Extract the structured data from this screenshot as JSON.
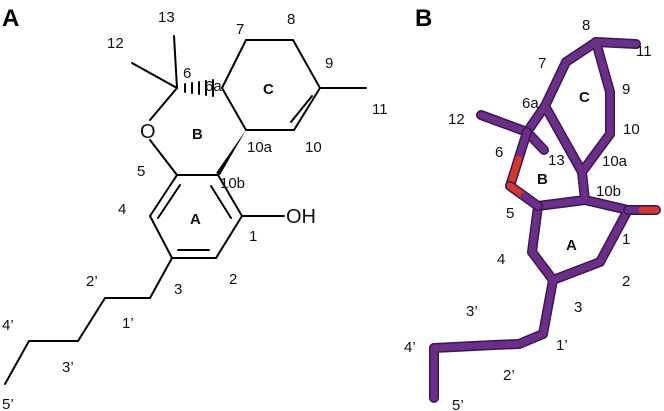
{
  "panels": {
    "a": "A",
    "b": "B"
  },
  "structure_a": {
    "atoms": {
      "oxygen_ring": "O",
      "hydroxyl": "OH"
    },
    "rings": {
      "a": "A",
      "b": "B",
      "c": "C"
    },
    "labels": {
      "n1": "1",
      "n2": "2",
      "n3": "3",
      "n4": "4",
      "n5": "5",
      "n6": "6",
      "n6a": "6a",
      "n7": "7",
      "n8": "8",
      "n9": "9",
      "n10": "10",
      "n10a": "10a",
      "n10b": "10b",
      "n11": "11",
      "n12": "12",
      "n13": "13",
      "p1": "1’",
      "p2": "2’",
      "p3": "3’",
      "p4": "4’",
      "p5": "5’"
    }
  },
  "structure_b": {
    "rings": {
      "a": "A",
      "b": "B",
      "c": "C"
    },
    "labels": {
      "n1": "1",
      "n2": "2",
      "n3": "3",
      "n4": "4",
      "n5": "5",
      "n6": "6",
      "n6a": "6a",
      "n7": "7",
      "n8": "8",
      "n9": "9",
      "n10": "10",
      "n10a": "10a",
      "n10b": "10b",
      "n11": "11",
      "n12": "12",
      "n13": "13",
      "p1": "1’",
      "p2": "2’",
      "p3": "3’",
      "p4": "4’",
      "p5": "5’"
    },
    "colors": {
      "carbon": "#6a2f86",
      "carbon_shade": "#3f1655",
      "oxygen": "#d2382e"
    }
  }
}
